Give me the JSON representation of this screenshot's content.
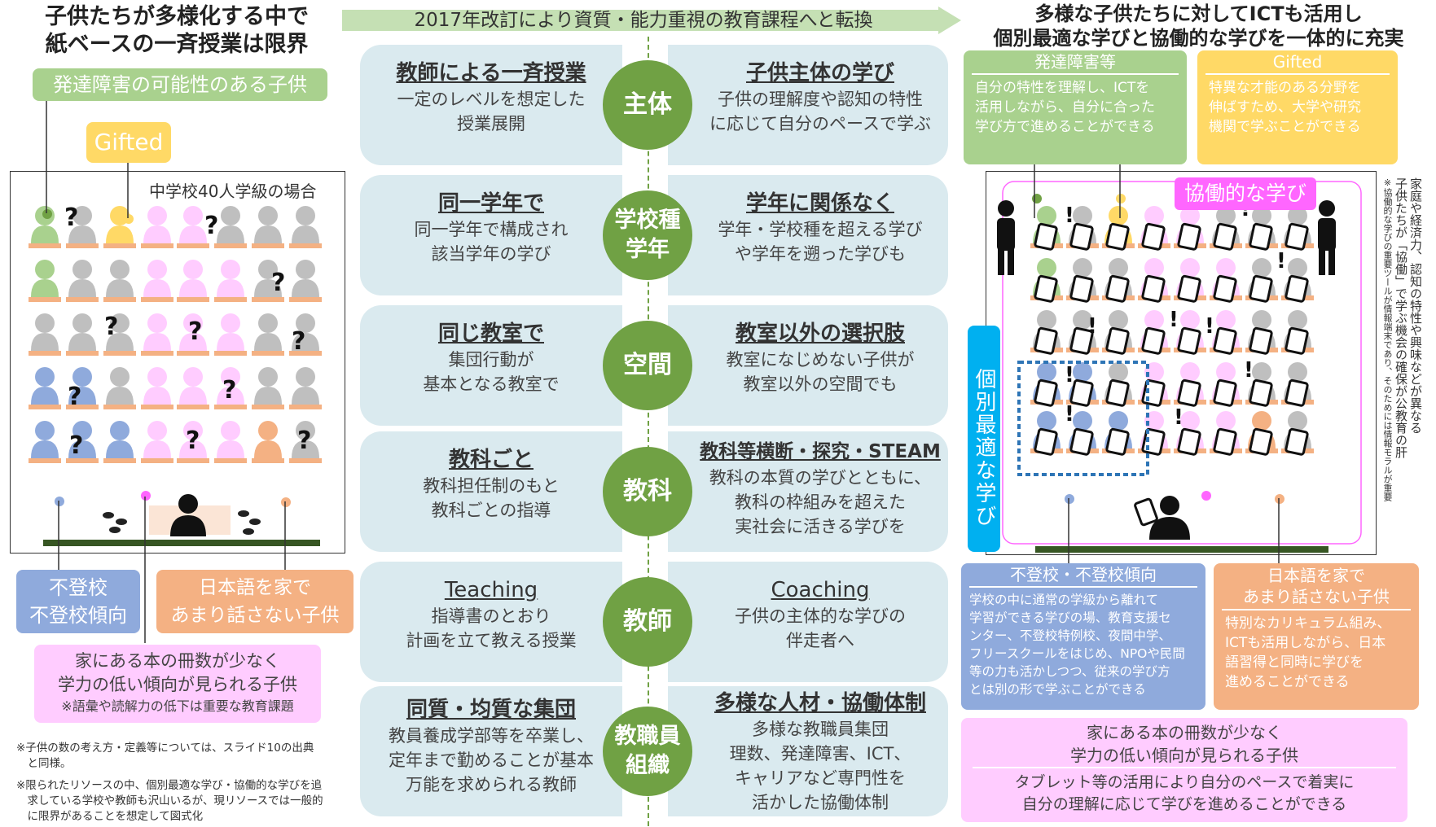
{
  "left": {
    "title": [
      "子供たちが多様化する中で",
      "紙ベースの一斉授業は限界"
    ],
    "tag_disability": "発達障害の可能性のある子供",
    "tag_gifted": "Gifted",
    "class_label": "中学校40人学級の場合",
    "tag_absent": [
      "不登校",
      "不登校傾向"
    ],
    "tag_japanese": [
      "日本語を家で",
      "あまり話さない子供"
    ],
    "pink_box": [
      "家にある本の冊数が少なく",
      "学力の低い傾向が見られる子供",
      "※語彙や読解力の低下は重要な教育課題"
    ],
    "notes": [
      "※子供の数の考え方・定義等については、スライド10の出典",
      "　と同様。",
      "※限られたリソースの中、個別最適な学び・協働的な学びを追",
      "　求している学校や教師も沢山いるが、現リソースでは一般的",
      "　に限界があることを想定して図式化"
    ],
    "question_mark": "?"
  },
  "center": {
    "banner": "2017年改訂により資質・能力重視の教育課程へと転換",
    "rows": [
      {
        "circle": [
          "主体"
        ],
        "left_title": "教師による一斉授業",
        "left_body": [
          "一定のレベルを想定した",
          "授業展開"
        ],
        "right_title": "子供主体の学び",
        "right_body": [
          "子供の理解度や認知の特性",
          "に応じて自分のペースで学ぶ"
        ]
      },
      {
        "circle": [
          "学校種",
          "学年"
        ],
        "left_title": "同一学年で",
        "left_body": [
          "同一学年で構成され",
          "該当学年の学び"
        ],
        "right_title": "学年に関係なく",
        "right_body": [
          "学年・学校種を超える学び",
          "や学年を遡った学びも"
        ]
      },
      {
        "circle": [
          "空間"
        ],
        "left_title": "同じ教室で",
        "left_body": [
          "集団行動が",
          "基本となる教室で"
        ],
        "right_title": "教室以外の選択肢",
        "right_body": [
          "教室になじめない子供が",
          "教室以外の空間でも"
        ]
      },
      {
        "circle": [
          "教科"
        ],
        "left_title": "教科ごと",
        "left_body": [
          "教科担任制のもと",
          "教科ごとの指導"
        ],
        "right_title": "教科等横断・探究・STEAM",
        "right_body": [
          "教科の本質の学びとともに、",
          "教科の枠組みを超えた",
          "実社会に活きる学びを"
        ]
      },
      {
        "circle": [
          "教師"
        ],
        "left_title": "Teaching",
        "left_body": [
          "指導書のとおり",
          "計画を立て教える授業"
        ],
        "right_title": "Coaching",
        "right_body": [
          "子供の主体的な学びの",
          "伴走者へ"
        ]
      },
      {
        "circle": [
          "教職員",
          "組織"
        ],
        "left_title": "同質・均質な集団",
        "left_body": [
          "教員養成学部等を卒業し、",
          "定年まで勤めることが基本",
          "万能を求められる教師"
        ],
        "right_title": "多様な人材・協働体制",
        "right_body": [
          "多様な教職員集団",
          "理数、発達障害、ICT、",
          "キャリアなど専門性を",
          "活かした協働体制"
        ]
      }
    ]
  },
  "right": {
    "title": [
      "多様な子供たちに対してICTも活用し",
      "個別最適な学びと協働的な学びを一体的に充実"
    ],
    "box_disability": {
      "head": "発達障害等",
      "body": [
        "自分の特性を理解し、ICTを",
        "活用しながら、自分に合った",
        "学び方で進めることができる"
      ]
    },
    "box_gifted": {
      "head": "Gifted",
      "body": [
        "特異な才能のある分野を",
        "伸ばすため、大学や研究",
        "機関で学ぶことができる"
      ]
    },
    "collab_label": "協働的な学び",
    "individual_label": "個別最適な学び",
    "side_note": [
      "家庭や経済力、認知の特性や興味などが異なる",
      "子供たちが「協働」で学ぶ機会の確保が公教育の肝",
      "※協働的な学びの重要ツールが情報端末であり、そのためには情報モラルが重要"
    ],
    "box_absent": {
      "head": "不登校・不登校傾向",
      "body": [
        "学校の中に通常の学級から離れて",
        "学習ができる学びの場、教育支援セ",
        "ンター、不登校特例校、夜間中学、",
        "フリースクールをはじめ、NPOや民間",
        "等の力も活かしつつ、従来の学び方",
        "とは別の形で学ぶことができる"
      ]
    },
    "box_japanese": {
      "head": [
        "日本語を家で",
        "あまり話さない子供"
      ],
      "body": [
        "特別なカリキュラム組み、",
        "ICTも活用しながら、日本",
        "語習得と同時に学びを",
        "進めることができる"
      ]
    },
    "box_books": {
      "head": [
        "家にある本の冊数が少なく",
        "学力の低い傾向が見られる子供"
      ],
      "body": [
        "タブレット等の活用により自分のペースで着実に",
        "自分の理解に応じて学びを進めることができる"
      ]
    },
    "exclaim": "!"
  },
  "colors": {
    "green": "#a9d18e",
    "yellow": "#ffd966",
    "pink": "#ffccff",
    "blue": "#8faadc",
    "orange": "#f4b183",
    "gray": "#bfbfbf",
    "circle": "#70a144",
    "card": "#daeaef",
    "collab": "#ff66ff",
    "dashed_blue": "#2e75b6",
    "individual": "#00b0f0"
  }
}
